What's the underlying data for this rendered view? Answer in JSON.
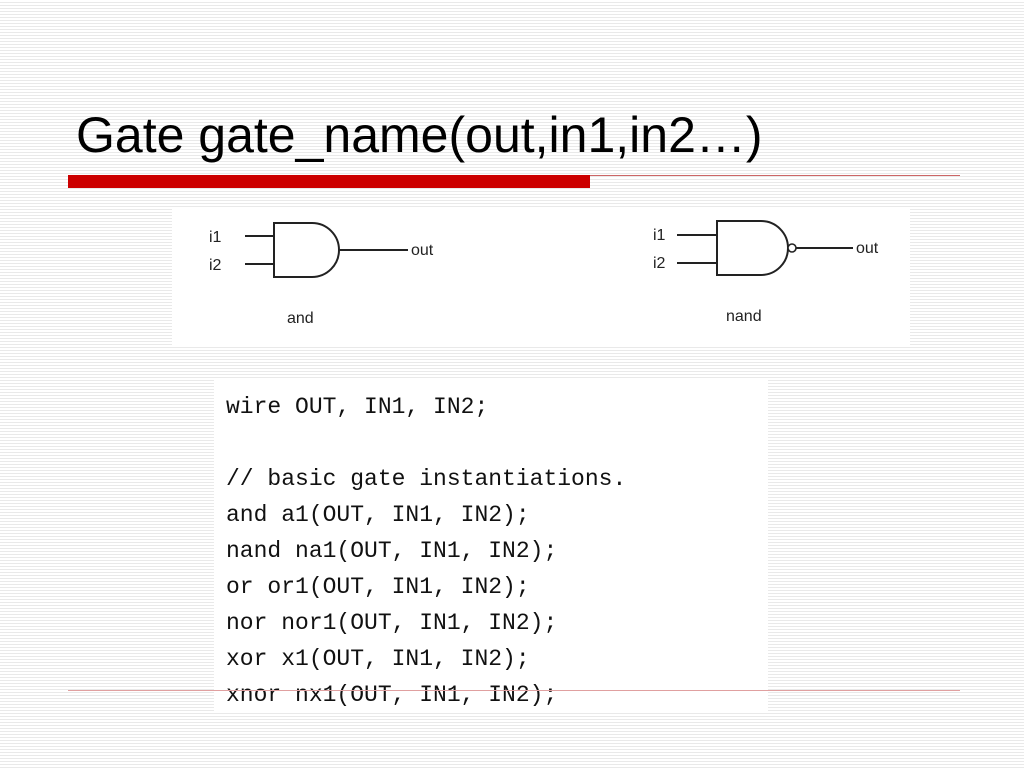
{
  "slide": {
    "title": "Gate gate_name(out,in1,in2…)",
    "accent_color": "#cc0000"
  },
  "gates": [
    {
      "type": "and",
      "inputs": [
        "i1",
        "i2"
      ],
      "output": "out",
      "caption": "and",
      "inverted_output": false
    },
    {
      "type": "nand",
      "inputs": [
        "i1",
        "i2"
      ],
      "output": "out",
      "caption": "nand",
      "inverted_output": true
    }
  ],
  "code": {
    "lines": [
      "wire OUT, IN1, IN2;",
      "",
      "// basic gate instantiations.",
      "and a1(OUT, IN1, IN2);",
      "nand na1(OUT, IN1, IN2);",
      "or or1(OUT, IN1, IN2);",
      "nor nor1(OUT, IN1, IN2);",
      "xor x1(OUT, IN1, IN2);",
      "xnor nx1(OUT, IN1, IN2);"
    ]
  }
}
